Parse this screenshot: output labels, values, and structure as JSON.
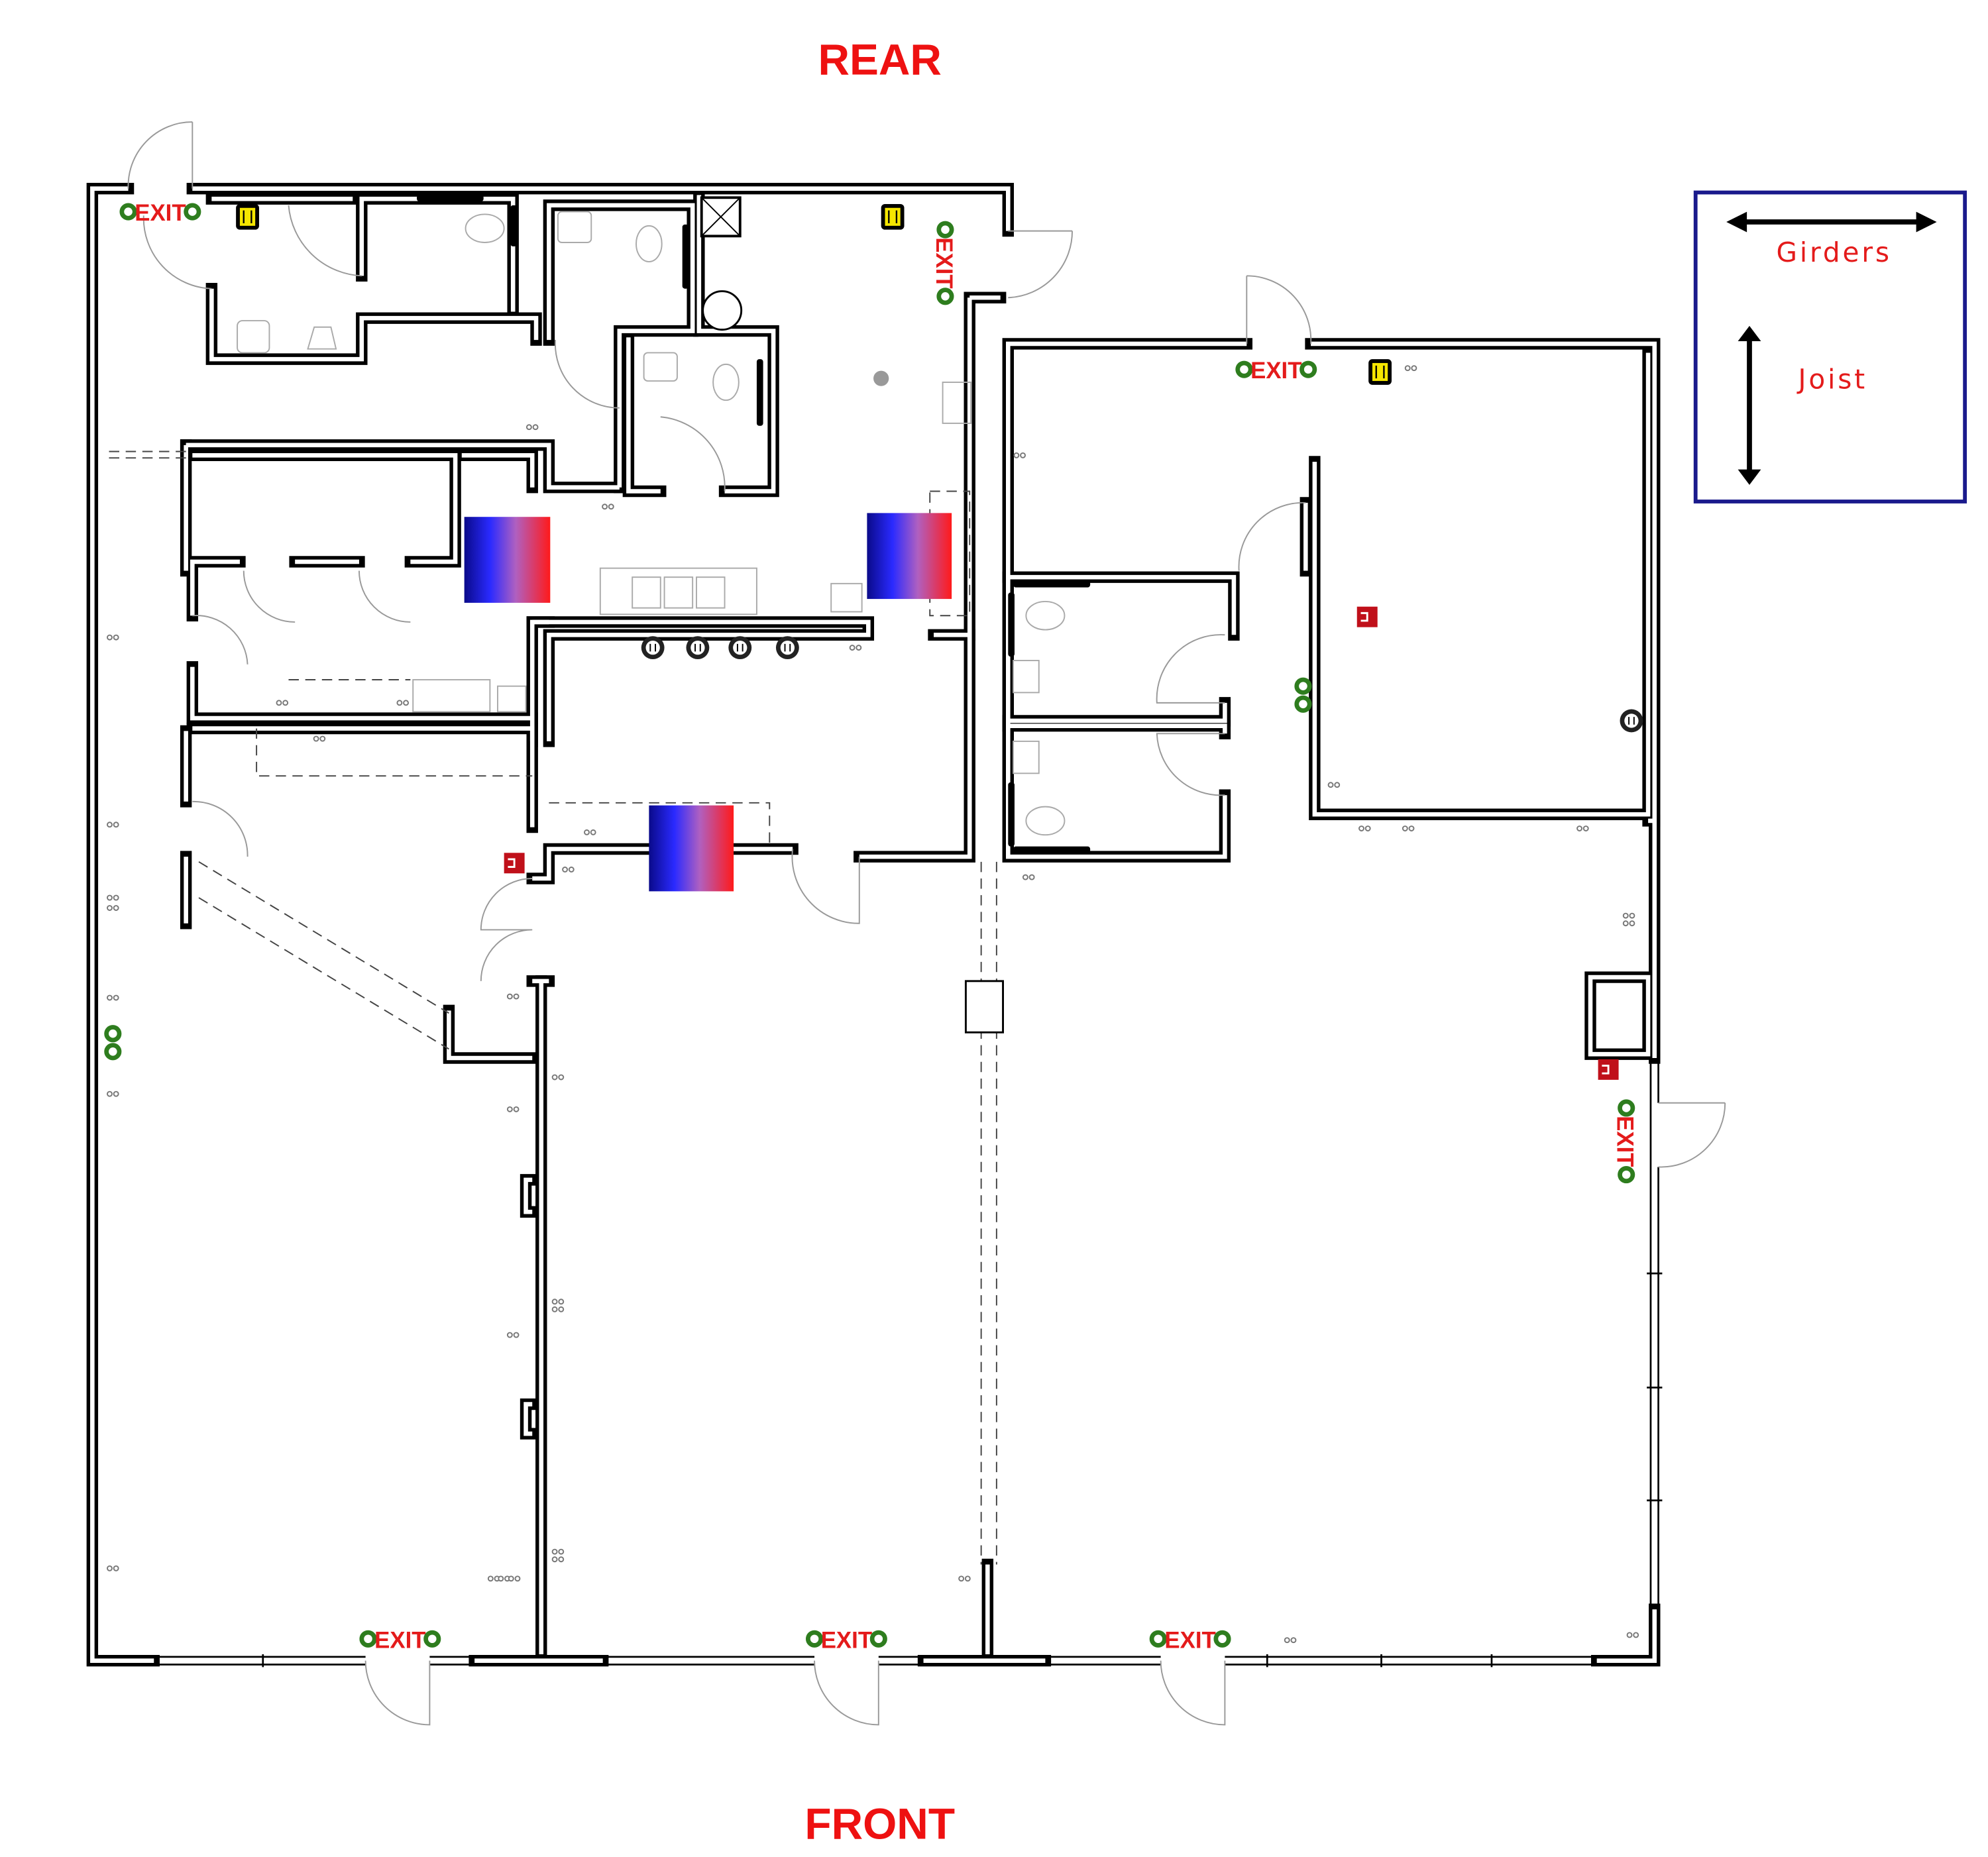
{
  "labels": {
    "rear": "REAR",
    "front": "FRONT"
  },
  "legend": {
    "girders": "Girders",
    "joist": "Joist"
  },
  "exits": [
    {
      "id": "exit-rear-left",
      "text": "EXIT",
      "orientation": "horizontal"
    },
    {
      "id": "exit-rear-center",
      "text": "EXIT",
      "orientation": "vertical"
    },
    {
      "id": "exit-rear-right",
      "text": "EXIT",
      "orientation": "horizontal"
    },
    {
      "id": "exit-side-right",
      "text": "EXIT",
      "orientation": "vertical"
    },
    {
      "id": "exit-front-left",
      "text": "EXIT",
      "orientation": "horizontal"
    },
    {
      "id": "exit-front-center",
      "text": "EXIT",
      "orientation": "horizontal"
    },
    {
      "id": "exit-front-right",
      "text": "EXIT",
      "orientation": "horizontal"
    }
  ],
  "colors": {
    "label_red": "#ee1111",
    "exit_green": "#2e7d1e",
    "legend_border": "#1a1a8c",
    "heater_cold": "#0a0a9a",
    "heater_hot": "#ff1a1a",
    "panel_yellow": "#f5e600"
  }
}
